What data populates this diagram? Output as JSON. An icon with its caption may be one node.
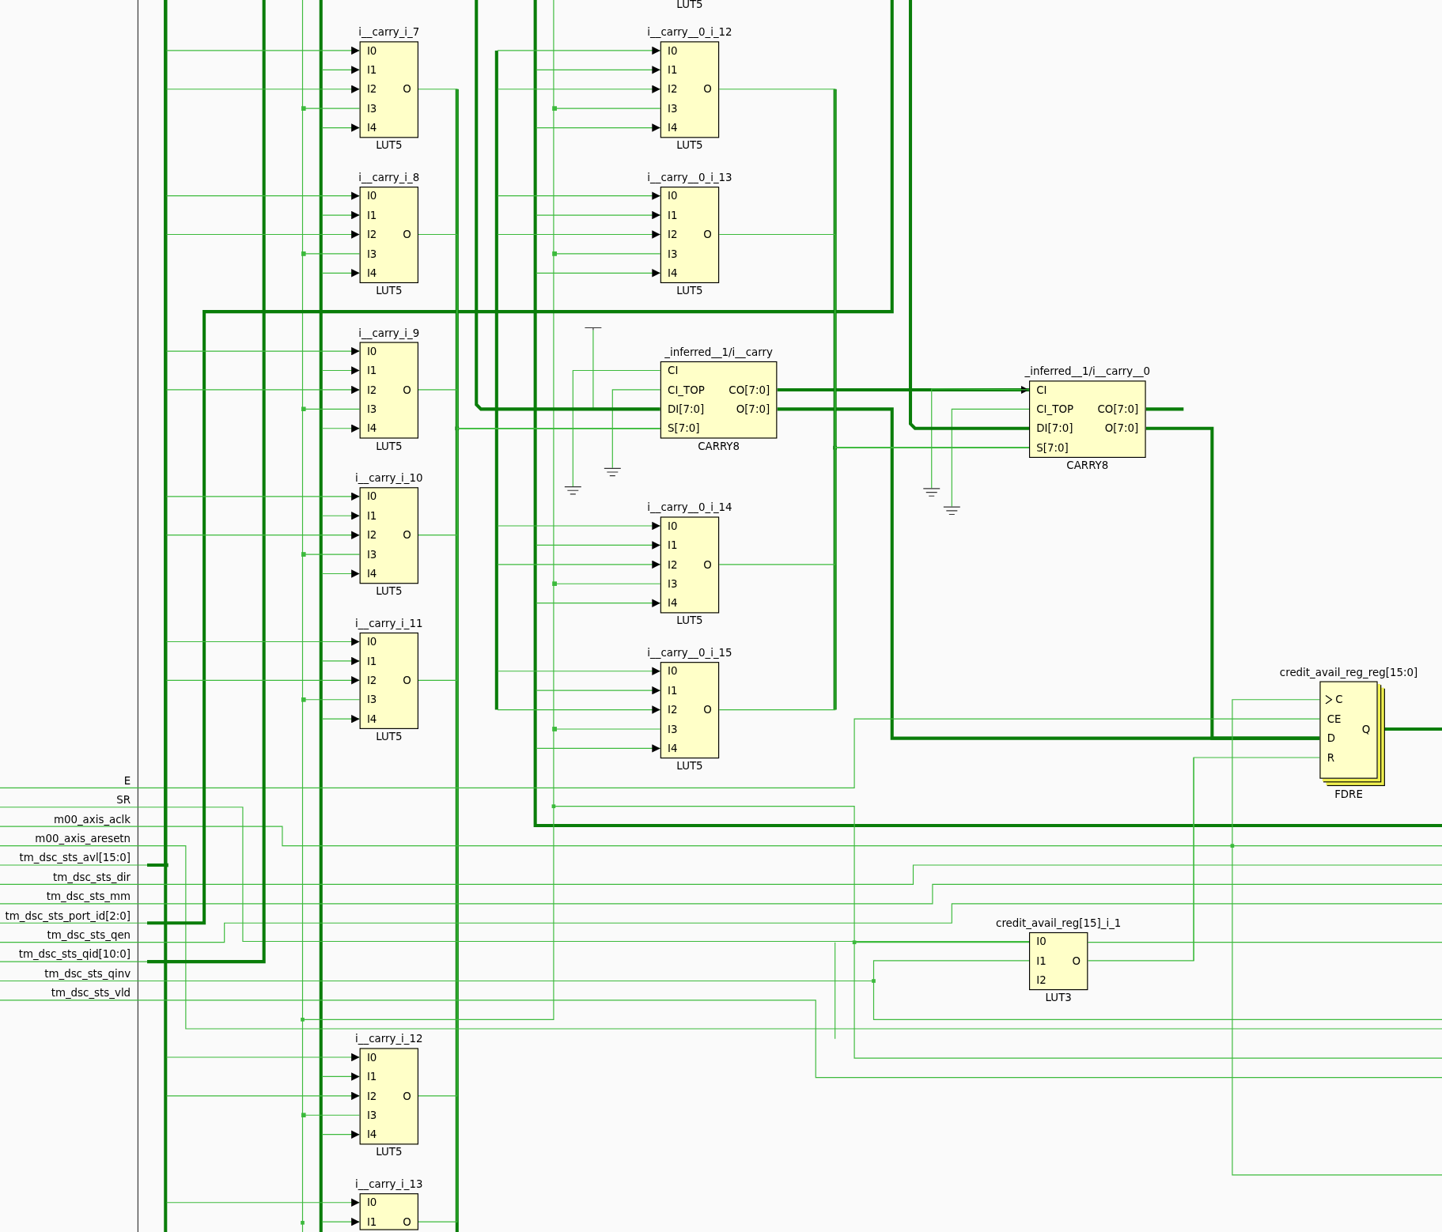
{
  "diagram": {
    "nodes": [
      {
        "text": [
          "i__carry_i_7",
          "I0",
          "I1",
          "I2",
          "I3",
          "I4",
          "O",
          "LUT5"
        ]
      },
      {
        "text": [
          "i__carry__0_i_12",
          "I0",
          "I1",
          "I2",
          "I3",
          "I4",
          "O",
          "LUT5"
        ]
      },
      {
        "text": [
          "i__carry_i_8",
          "I0",
          "I1",
          "I2",
          "I3",
          "I4",
          "O",
          "LUT5"
        ]
      },
      {
        "text": [
          "i__carry__0_i_13",
          "I0",
          "I1",
          "I2",
          "I3",
          "I4",
          "O",
          "LUT5"
        ]
      },
      {
        "text": [],
        "shape": "tee"
      },
      {
        "text": [
          "i__carry_i_9",
          "I0",
          "I1",
          "I2",
          "I3",
          "I4",
          "O",
          "LUT5"
        ]
      },
      {
        "text": [
          "_inferred__1/i__carry",
          "CI",
          "CI_TOP",
          "DI[7:0]",
          "S[7:0]",
          "CO[7:0]",
          "O[7:0]",
          "CARRY8"
        ]
      },
      {
        "text": [
          "_inferred__1/i__carry__0",
          "CI",
          "CI_TOP",
          "DI[7:0]",
          "S[7:0]",
          "CO[7:0]",
          "O[7:0]",
          "CARRY8"
        ]
      },
      {
        "text": [],
        "shape": "ground"
      },
      {
        "text": [],
        "shape": "ground"
      },
      {
        "text": [],
        "shape": "ground"
      },
      {
        "text": [],
        "shape": "ground"
      },
      {
        "text": [
          "i__carry_i_10",
          "I0",
          "I1",
          "I2",
          "I3",
          "I4",
          "O",
          "LUT5"
        ]
      },
      {
        "text": [
          "i__carry__0_i_14",
          "I0",
          "I1",
          "I2",
          "I3",
          "I4",
          "O",
          "LUT5"
        ]
      },
      {
        "text": [
          "i__carry_i_11",
          "I0",
          "I1",
          "I2",
          "I3",
          "I4",
          "O",
          "LUT5"
        ]
      },
      {
        "text": [
          "i__carry__0_i_15",
          "I0",
          "I1",
          "I2",
          "I3",
          "I4",
          "O",
          "LUT5"
        ]
      },
      {
        "text": [
          "credit_avail_reg_reg[15:0]",
          "C",
          "CE",
          "D",
          "R",
          "Q",
          "FDRE"
        ]
      },
      {
        "text": [
          "E"
        ]
      },
      {
        "text": [
          "SR"
        ]
      },
      {
        "text": [
          "m00_axis_aclk"
        ]
      },
      {
        "text": [
          "m00_axis_aresetn"
        ]
      },
      {
        "text": [
          "tm_dsc_sts_avl[15:0]"
        ]
      },
      {
        "text": [
          "tm_dsc_sts_dir"
        ]
      },
      {
        "text": [
          "tm_dsc_sts_mm"
        ]
      },
      {
        "text": [
          "tm_dsc_sts_port_id[2:0]"
        ]
      },
      {
        "text": [
          "tm_dsc_sts_qen"
        ]
      },
      {
        "text": [
          "tm_dsc_sts_qid[10:0]"
        ]
      },
      {
        "text": [
          "tm_dsc_sts_qinv"
        ]
      },
      {
        "text": [
          "tm_dsc_sts_vld"
        ]
      },
      {
        "text": [
          "credit_avail_reg[15]_i_1",
          "I0",
          "I1",
          "I2",
          "O",
          "LUT3"
        ]
      },
      {
        "text": [
          "i__carry_i_12",
          "I0",
          "I1",
          "I2",
          "I3",
          "I4",
          "O",
          "LUT5"
        ]
      },
      {
        "text": [
          "i__carry_i_13",
          "I0",
          "I1",
          "O"
        ]
      }
    ],
    "edges": [
      {
        "from": 6,
        "to": 7,
        "arrow": "to",
        "style": "thick",
        "color": "#0a7d0a"
      },
      {
        "from": 6,
        "to": 16,
        "arrow": "none",
        "style": "thick",
        "color": "#0a7d0a"
      },
      {
        "from": 7,
        "to": 16,
        "arrow": "none",
        "style": "thick",
        "color": "#0a7d0a"
      },
      {
        "from": 7,
        "to": null,
        "arrow": "none",
        "style": "thick",
        "color": "#0a7d0a"
      },
      {
        "from": 16,
        "to": null,
        "arrow": "none",
        "style": "thick",
        "color": "#0a7d0a"
      },
      {
        "from": 6,
        "to": 9,
        "arrow": "none"
      },
      {
        "from": 6,
        "to": 8,
        "arrow": "none"
      },
      {
        "from": 7,
        "to": 10,
        "arrow": "none"
      },
      {
        "from": 7,
        "to": 11,
        "arrow": "none"
      },
      {
        "from": 4,
        "to": 6,
        "arrow": "none"
      },
      {
        "from": null,
        "to": 6,
        "arrow": "none",
        "style": "thick",
        "color": "#0a7d0a"
      },
      {
        "from": null,
        "to": 7,
        "arrow": "none",
        "style": "thick",
        "color": "#0a7d0a"
      },
      {
        "from": 29,
        "to": 16,
        "arrow": "none"
      },
      {
        "from": 17,
        "to": 16,
        "arrow": "none"
      },
      {
        "from": 18,
        "to": 29,
        "arrow": "none"
      },
      {
        "from": 19,
        "to": 16,
        "arrow": "none"
      },
      {
        "from": 20,
        "to": null,
        "arrow": "none"
      },
      {
        "from": 21,
        "to": null,
        "arrow": "none",
        "style": "thick",
        "color": "#0a7d0a"
      },
      {
        "from": 22,
        "to": null,
        "arrow": "none"
      },
      {
        "from": 23,
        "to": null,
        "arrow": "none"
      },
      {
        "from": 24,
        "to": null,
        "arrow": "none",
        "style": "thick",
        "color": "#0a7d0a"
      },
      {
        "from": 25,
        "to": null,
        "arrow": "none"
      },
      {
        "from": 26,
        "to": null,
        "arrow": "none",
        "style": "thick",
        "color": "#0a7d0a"
      },
      {
        "from": 27,
        "to": 29,
        "arrow": "none"
      },
      {
        "from": 28,
        "to": null,
        "arrow": "none"
      },
      {
        "from": 0,
        "to": 6,
        "arrow": "none"
      },
      {
        "from": 1,
        "to": 7,
        "arrow": "none"
      },
      {
        "from": 2,
        "to": 6,
        "arrow": "none"
      },
      {
        "from": 3,
        "to": 7,
        "arrow": "none"
      },
      {
        "from": 5,
        "to": 6,
        "arrow": "none"
      },
      {
        "from": 12,
        "to": 6,
        "arrow": "none"
      },
      {
        "from": 13,
        "to": 7,
        "arrow": "none"
      },
      {
        "from": 14,
        "to": 6,
        "arrow": "none"
      },
      {
        "from": 15,
        "to": 7,
        "arrow": "none"
      },
      {
        "from": 30,
        "to": 6,
        "arrow": "none"
      },
      {
        "from": 31,
        "to": 6,
        "arrow": "none"
      },
      {
        "from": null,
        "to": 0,
        "arrow": "to"
      },
      {
        "from": null,
        "to": 0,
        "arrow": "to"
      },
      {
        "from": null,
        "to": 0,
        "arrow": "to"
      },
      {
        "from": null,
        "to": 0,
        "arrow": "other"
      },
      {
        "from": null,
        "to": 0,
        "arrow": "to"
      },
      {
        "from": null,
        "to": 1,
        "arrow": "to"
      },
      {
        "from": null,
        "to": 1,
        "arrow": "to"
      },
      {
        "from": null,
        "to": 1,
        "arrow": "to"
      },
      {
        "from": null,
        "to": 1,
        "arrow": "other"
      },
      {
        "from": null,
        "to": 1,
        "arrow": "to"
      },
      {
        "from": null,
        "to": 2,
        "arrow": "to"
      },
      {
        "from": null,
        "to": 2,
        "arrow": "to"
      },
      {
        "from": null,
        "to": 2,
        "arrow": "to"
      },
      {
        "from": null,
        "to": 2,
        "arrow": "other"
      },
      {
        "from": null,
        "to": 2,
        "arrow": "to"
      },
      {
        "from": null,
        "to": 3,
        "arrow": "to"
      },
      {
        "from": null,
        "to": 3,
        "arrow": "to"
      },
      {
        "from": null,
        "to": 3,
        "arrow": "to"
      },
      {
        "from": null,
        "to": 3,
        "arrow": "other"
      },
      {
        "from": null,
        "to": 3,
        "arrow": "to"
      },
      {
        "from": null,
        "to": 5,
        "arrow": "to"
      },
      {
        "from": null,
        "to": 5,
        "arrow": "to"
      },
      {
        "from": null,
        "to": 5,
        "arrow": "to"
      },
      {
        "from": null,
        "to": 5,
        "arrow": "other"
      },
      {
        "from": null,
        "to": 5,
        "arrow": "to"
      },
      {
        "from": null,
        "to": 12,
        "arrow": "to"
      },
      {
        "from": null,
        "to": 12,
        "arrow": "to"
      },
      {
        "from": null,
        "to": 12,
        "arrow": "to"
      },
      {
        "from": null,
        "to": 12,
        "arrow": "other"
      },
      {
        "from": null,
        "to": 12,
        "arrow": "to"
      },
      {
        "from": null,
        "to": 13,
        "arrow": "to"
      },
      {
        "from": null,
        "to": 13,
        "arrow": "to"
      },
      {
        "from": null,
        "to": 13,
        "arrow": "to"
      },
      {
        "from": null,
        "to": 13,
        "arrow": "other"
      },
      {
        "from": null,
        "to": 13,
        "arrow": "to"
      },
      {
        "from": null,
        "to": 14,
        "arrow": "to"
      },
      {
        "from": null,
        "to": 14,
        "arrow": "to"
      },
      {
        "from": null,
        "to": 14,
        "arrow": "to"
      },
      {
        "from": null,
        "to": 14,
        "arrow": "other"
      },
      {
        "from": null,
        "to": 14,
        "arrow": "to"
      },
      {
        "from": null,
        "to": 15,
        "arrow": "to"
      },
      {
        "from": null,
        "to": 15,
        "arrow": "to"
      },
      {
        "from": null,
        "to": 15,
        "arrow": "to"
      },
      {
        "from": null,
        "to": 15,
        "arrow": "other"
      },
      {
        "from": null,
        "to": 15,
        "arrow": "to"
      },
      {
        "from": null,
        "to": 30,
        "arrow": "to"
      },
      {
        "from": null,
        "to": 30,
        "arrow": "to"
      },
      {
        "from": null,
        "to": 30,
        "arrow": "to"
      },
      {
        "from": null,
        "to": 30,
        "arrow": "other"
      },
      {
        "from": null,
        "to": 30,
        "arrow": "to"
      },
      {
        "from": null,
        "to": 31,
        "arrow": "to"
      },
      {
        "from": null,
        "to": 31,
        "arrow": "to"
      }
    ],
    "labels": [
      "LUT5"
    ]
  }
}
